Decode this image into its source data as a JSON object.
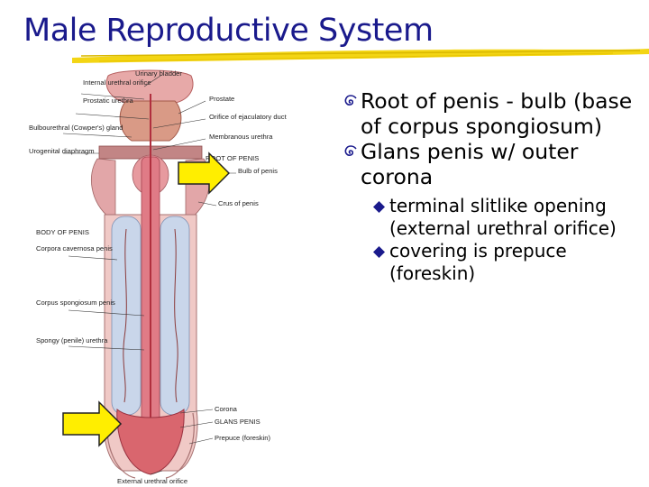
{
  "slide": {
    "title": "Male Reproductive System"
  },
  "bullets": [
    {
      "text": "Root of penis - bulb (base of corpus spongiosum)"
    },
    {
      "text": "Glans penis w/ outer corona",
      "sub": [
        {
          "text": "terminal slitlike opening (external urethral orifice)"
        },
        {
          "text": "covering is prepuce (foreskin)"
        }
      ]
    }
  ],
  "figure": {
    "labels": {
      "urinary_bladder": "Urinary bladder",
      "internal_urethral_orifice": "Internal urethral orifice",
      "prostate": "Prostate",
      "prostatic_urethra": "Prostatic urethra",
      "orifice_ejaculatory": "Orifice of ejaculatory duct",
      "bulbourethral": "Bulbourethral (Cowper's) gland",
      "membranous_urethra": "Membranous urethra",
      "urogenital_diaphragm": "Urogenital diaphragm",
      "root_of_penis": "ROOT OF PENIS",
      "bulb_of_penis": "Bulb of penis",
      "crus_of_penis": "Crus of penis",
      "body_of_penis": "BODY OF PENIS",
      "corpora_cavernosa": "Corpora cavernosa penis",
      "corpus_spongiosum": "Corpus spongiosum penis",
      "spongy_urethra": "Spongy (penile) urethra",
      "corona": "Corona",
      "glans_penis": "GLANS PENIS",
      "prepuce": "Prepuce (foreskin)",
      "external_urethral_orifice": "External urethral orifice"
    },
    "arrow_color": "#ffee00",
    "accent_color": "#1a1a8c"
  }
}
